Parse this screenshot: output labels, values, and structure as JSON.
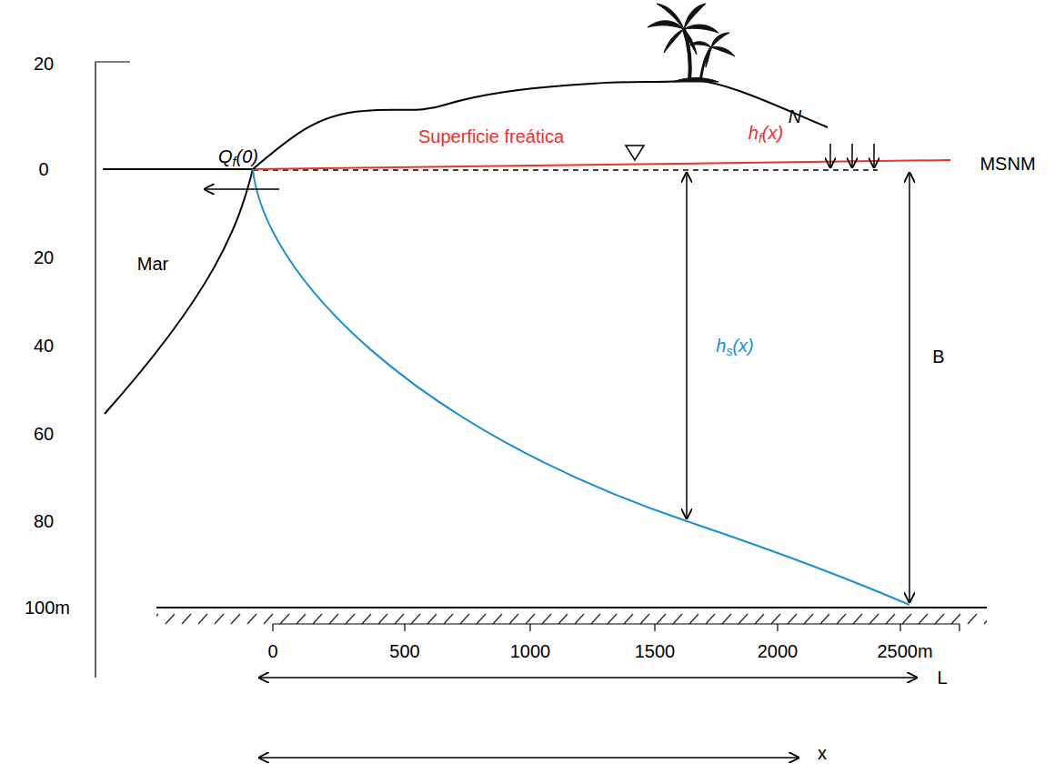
{
  "diagram": {
    "labels": [
      "20",
      "0",
      "20",
      "40",
      "60",
      "80",
      "100m",
      "Superficie freática",
      "hf(x)",
      "N",
      "MSNM",
      "Qf(0)",
      "Mar",
      "hs(x)",
      "B",
      "0",
      "500",
      "1000",
      "1500",
      "2000",
      "2500m",
      "L",
      "x"
    ]
  }
}
